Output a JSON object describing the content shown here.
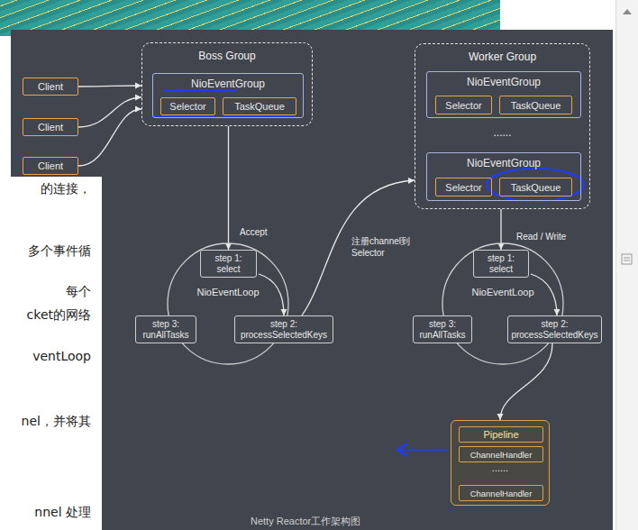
{
  "diagram": {
    "caption": "Netty Reactor工作架构图",
    "nodes": [
      {
        "text": [
          "Client"
        ]
      },
      {
        "text": [
          "Client"
        ]
      },
      {
        "text": [
          "Client"
        ]
      },
      {
        "text": [
          "Boss Group"
        ]
      },
      {
        "text": [
          "NioEventGroup"
        ],
        "in": 3
      },
      {
        "text": [
          "Selector"
        ],
        "in": 4
      },
      {
        "text": [
          "TaskQueue"
        ],
        "in": 4
      },
      {
        "text": [
          "Worker Group",
          "......"
        ]
      },
      {
        "text": [
          "NioEventGroup"
        ],
        "in": 7
      },
      {
        "text": [
          "Selector"
        ],
        "in": 8
      },
      {
        "text": [
          "TaskQueue"
        ],
        "in": 8
      },
      {
        "text": [
          "NioEventGroup"
        ],
        "in": 7
      },
      {
        "text": [
          "Selector"
        ],
        "in": 11
      },
      {
        "text": [
          "TaskQueue"
        ],
        "in": 11
      },
      {
        "text": [
          "NioEventLoop"
        ]
      },
      {
        "text": [
          "step 1: select"
        ]
      },
      {
        "text": [
          "step 3: runAllTasks"
        ]
      },
      {
        "text": [
          "step 2: processSelectedKeys"
        ]
      },
      {
        "text": [
          "NioEventLoop"
        ]
      },
      {
        "text": [
          "step 1: select"
        ]
      },
      {
        "text": [
          "step 3: runAllTasks"
        ]
      },
      {
        "text": [
          "step 2: processSelectedKeys"
        ]
      },
      {
        "text": [
          "......"
        ]
      },
      {
        "text": [
          "Pipeline"
        ],
        "in": 22
      },
      {
        "text": [
          "ChannelHandler"
        ],
        "in": 22
      },
      {
        "text": [
          "ChannelHandler"
        ],
        "in": 22
      }
    ],
    "edges": [
      {
        "from": 0,
        "to": 3,
        "arrow": "to"
      },
      {
        "from": 1,
        "to": 3,
        "arrow": "to"
      },
      {
        "from": 2,
        "to": 3,
        "arrow": "to"
      },
      {
        "from": 3,
        "to": 15,
        "label": "Accept",
        "arrow": "to"
      },
      {
        "from": 17,
        "to": 7,
        "label": "注册channel到 Selector",
        "arrow": "to"
      },
      {
        "from": 7,
        "to": 19,
        "label": "Read / Write",
        "arrow": "to"
      },
      {
        "from": 21,
        "to": 22,
        "arrow": "to"
      },
      {
        "from": 15,
        "to": 17,
        "arrow": "to"
      },
      {
        "from": 19,
        "to": 21,
        "arrow": "to"
      }
    ],
    "labels": [
      "的连接，",
      "多个事件循",
      "每个",
      "cket的网络",
      "ventLoop",
      "nel，并将其",
      "nnel 处理"
    ]
  }
}
